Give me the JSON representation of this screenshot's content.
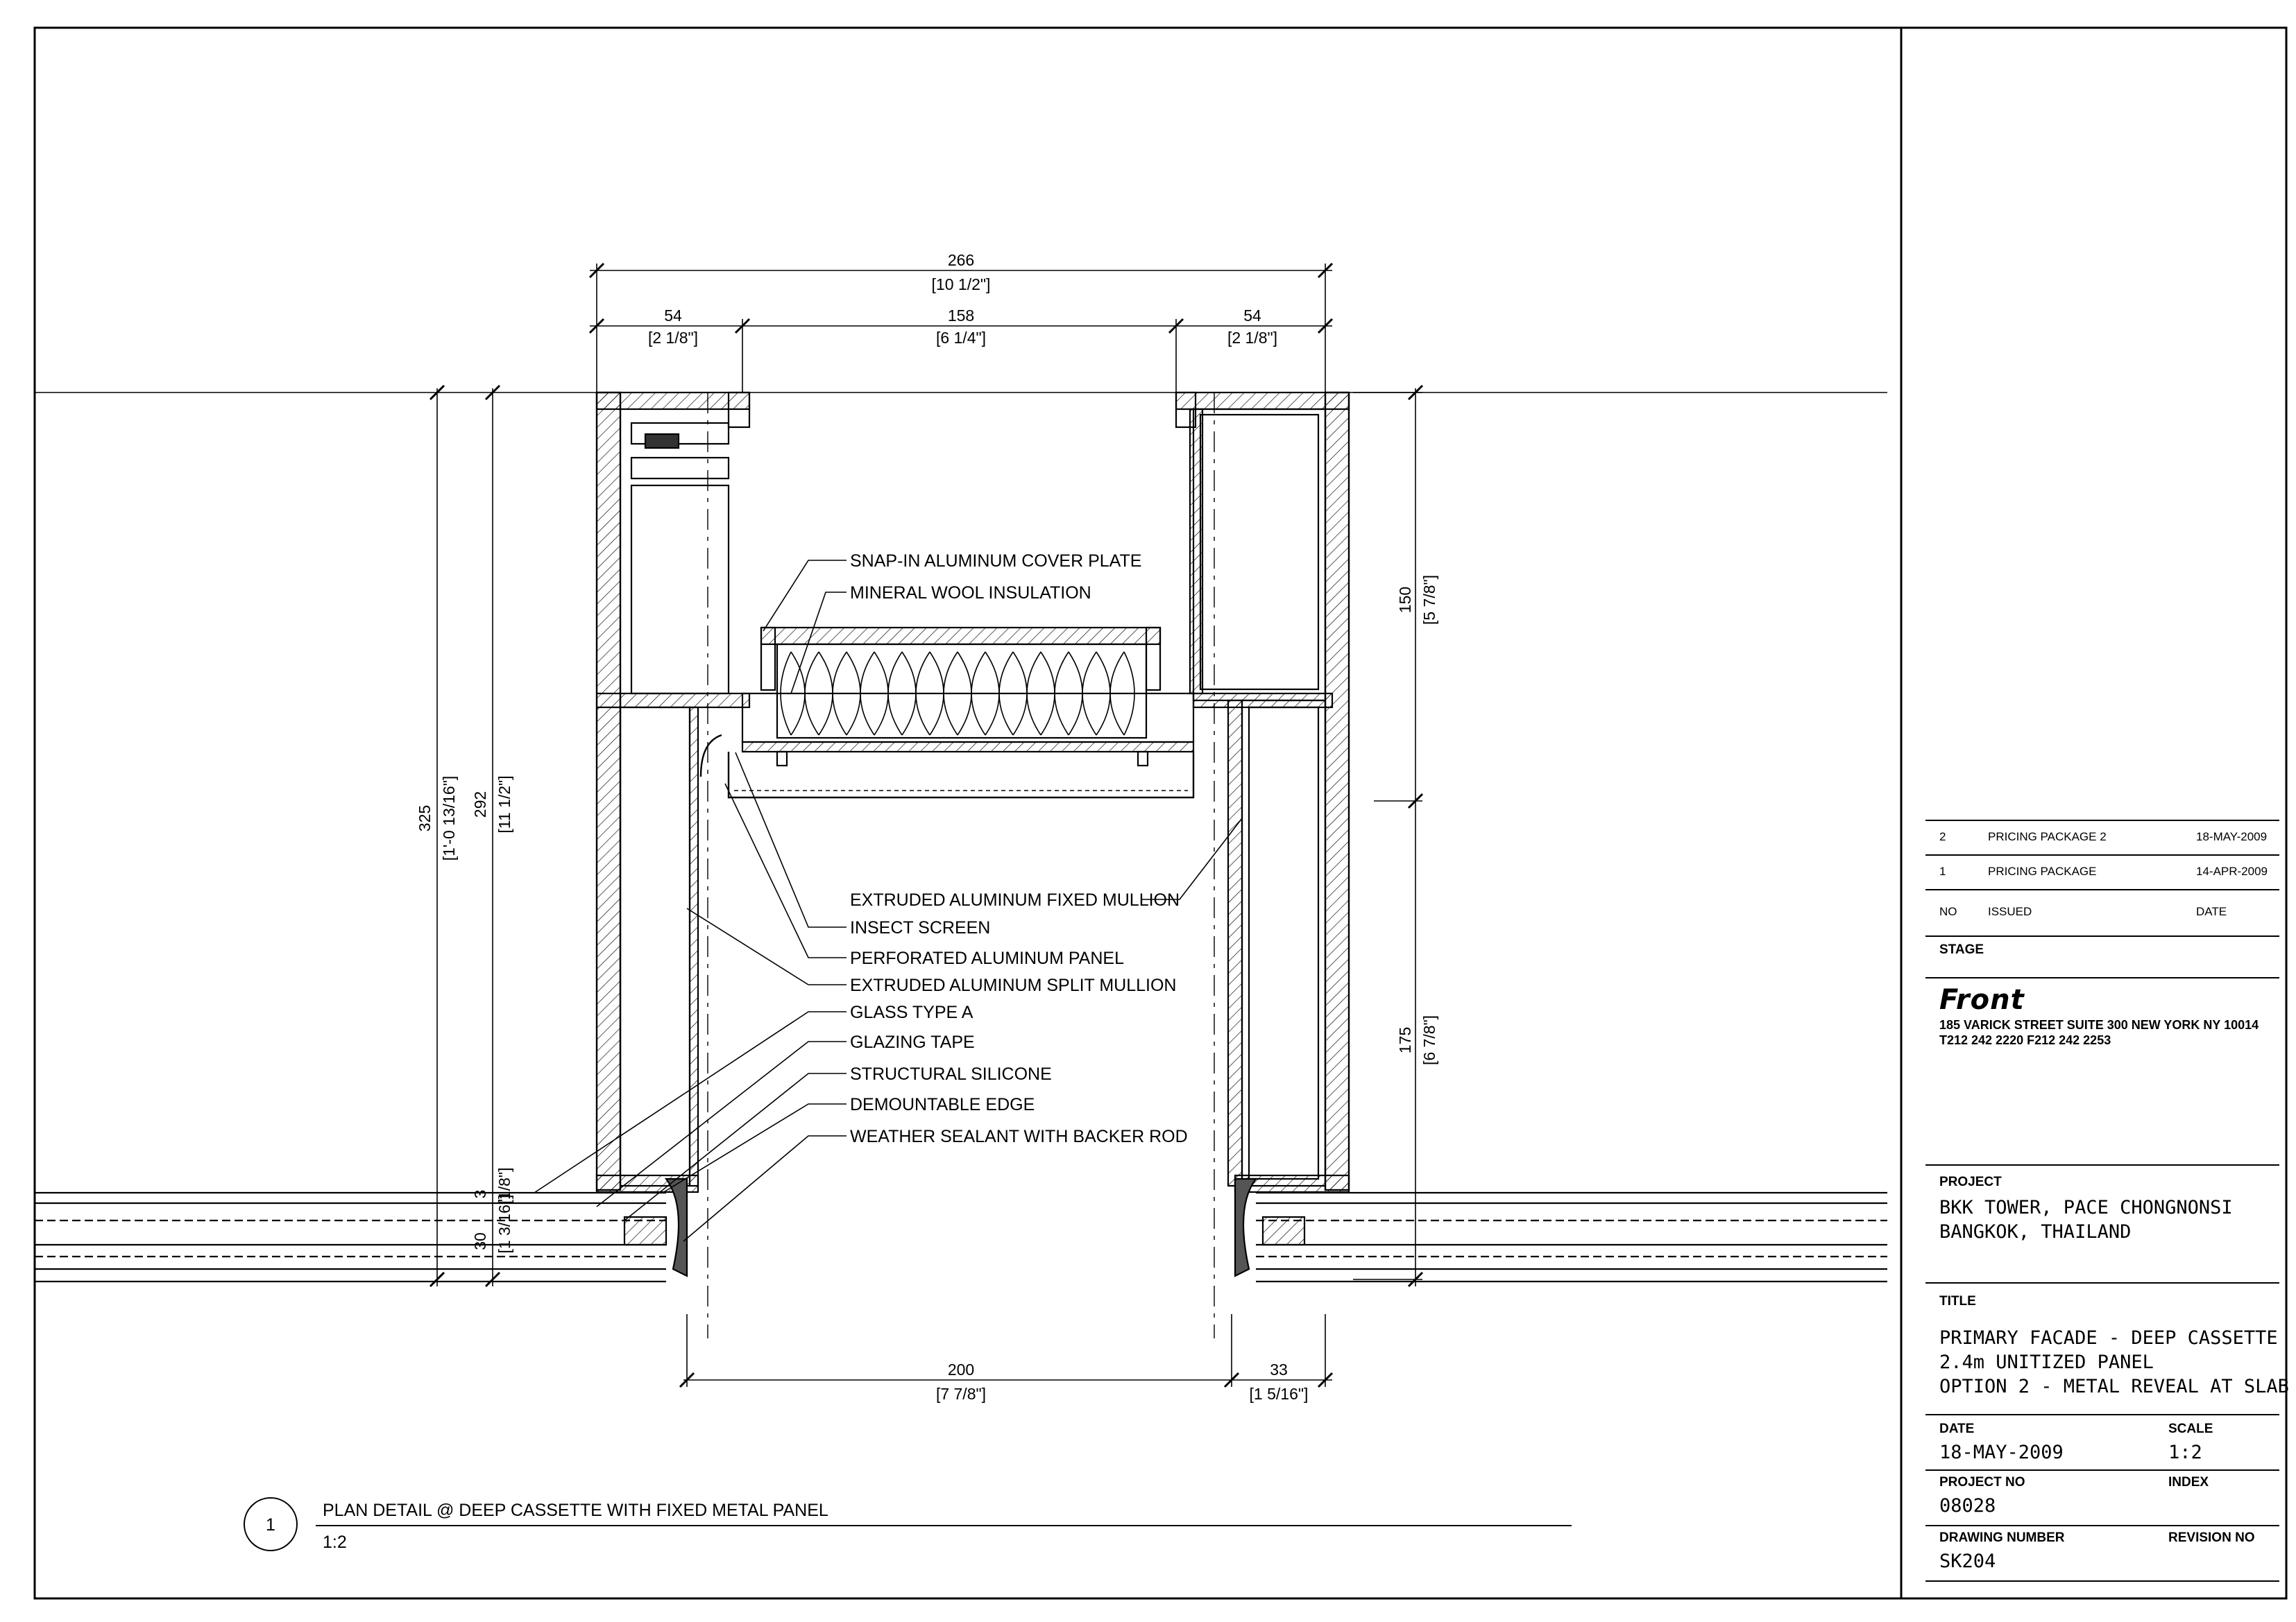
{
  "dimensions": {
    "overall_width": {
      "mm": "266",
      "imperial": "[10 1/2\"]"
    },
    "left_flange": {
      "mm": "54",
      "imperial": "[2 1/8\"]"
    },
    "center_cavity": {
      "mm": "158",
      "imperial": "[6 1/4\"]"
    },
    "right_flange": {
      "mm": "54",
      "imperial": "[2 1/8\"]"
    },
    "bottom_span": {
      "mm": "200",
      "imperial": "[7 7/8\"]"
    },
    "bottom_edge": {
      "mm": "33",
      "imperial": "[1 5/16\"]"
    },
    "overall_depth": {
      "mm": "325",
      "imperial": "[1'-0 13/16\"]"
    },
    "mullion_depth": {
      "mm": "292",
      "imperial": "[11 1/2\"]"
    },
    "upper_right": {
      "mm": "150",
      "imperial": "[5 7/8\"]"
    },
    "lower_right": {
      "mm": "175",
      "imperial": "[6 7/8\"]"
    },
    "glass": {
      "mm": "30",
      "imperial": "[1 3/16\"]"
    },
    "small": {
      "mm": "3",
      "imperial": "[1/8\"]"
    }
  },
  "annotations": [
    "SNAP-IN ALUMINUM COVER PLATE",
    "MINERAL WOOL INSULATION",
    "EXTRUDED ALUMINUM FIXED MULLION",
    "INSECT SCREEN",
    "PERFORATED ALUMINUM PANEL",
    "EXTRUDED ALUMINUM SPLIT MULLION",
    "GLASS TYPE A",
    "GLAZING TAPE",
    "STRUCTURAL SILICONE",
    "DEMOUNTABLE EDGE",
    "WEATHER SEALANT WITH BACKER ROD"
  ],
  "caption": {
    "number": "1",
    "title": "PLAN DETAIL @ DEEP CASSETTE WITH FIXED METAL PANEL",
    "scale": "1:2"
  },
  "title_block": {
    "revisions": [
      {
        "no": "2",
        "issue": "PRICING PACKAGE 2",
        "date": "18-MAY-2009"
      },
      {
        "no": "1",
        "issue": "PRICING PACKAGE",
        "date": "14-APR-2009"
      }
    ],
    "rev_header": {
      "no": "NO",
      "issue": "ISSUED",
      "date": "DATE"
    },
    "stage_label": "STAGE",
    "firm": "Front",
    "address_1": "185 VARICK STREET SUITE 300 NEW YORK NY 10014",
    "address_2": "T212 242 2220 F212 242 2253",
    "project_label": "PROJECT",
    "project_line_1": "BKK TOWER, PACE CHONGNONSI",
    "project_line_2": "BANGKOK, THAILAND",
    "title_label": "TITLE",
    "title_line_1": "PRIMARY FACADE - DEEP CASSETTE",
    "title_line_2": "2.4m UNITIZED PANEL",
    "title_line_3": "OPTION 2 - METAL REVEAL AT SLAB",
    "date_label": "DATE",
    "date_value": "18-MAY-2009",
    "scale_label": "SCALE",
    "scale_value": "1:2",
    "project_no_label": "PROJECT NO",
    "project_no_value": "08028",
    "index_label": "INDEX",
    "drawing_number_label": "DRAWING NUMBER",
    "drawing_number_value": "SK204",
    "revision_no_label": "REVISION NO"
  }
}
